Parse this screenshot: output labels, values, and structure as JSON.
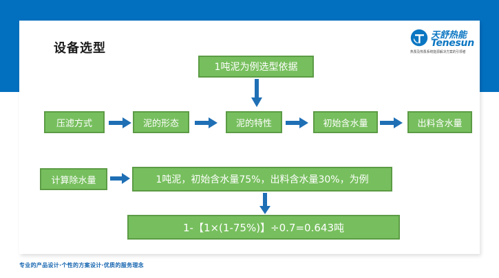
{
  "slide": {
    "title": "设备选型",
    "footer": "专业的产品设计·个性的方案设计·优质的服务理念"
  },
  "brand": {
    "name_cn": "天舒热能",
    "name_en": "Tenesun",
    "tagline": "热泵及热泵系统能源解决方案的引领者",
    "logo_icon": "tenesun-circle-logo",
    "color": "#0B76C2"
  },
  "colors": {
    "frame_blue": "#036FBF",
    "box_green_fill": "#77BF5E",
    "box_green_border": "#5C9B45",
    "arrow_blue": "#1F6FB5",
    "footer_blue": "#1565B0"
  },
  "diagram": {
    "premise_box": "1吨泥为例选型依据",
    "flow_steps": [
      {
        "label": "压滤方式"
      },
      {
        "label": "泥的形态"
      },
      {
        "label": "泥的特性"
      },
      {
        "label": "初始含水量"
      },
      {
        "label": "出料含水量"
      }
    ],
    "calc_label": "计算除水量",
    "example_box": "1吨泥，初始含水量75%，出料含水量30%，为例",
    "formula_box": "1-【1×(1-75%)】÷0.7=0.643吨",
    "arrows": {
      "down_from_premise": "arrow-down-icon",
      "down_to_formula": "arrow-down-icon",
      "right": "arrow-right-icon"
    }
  }
}
